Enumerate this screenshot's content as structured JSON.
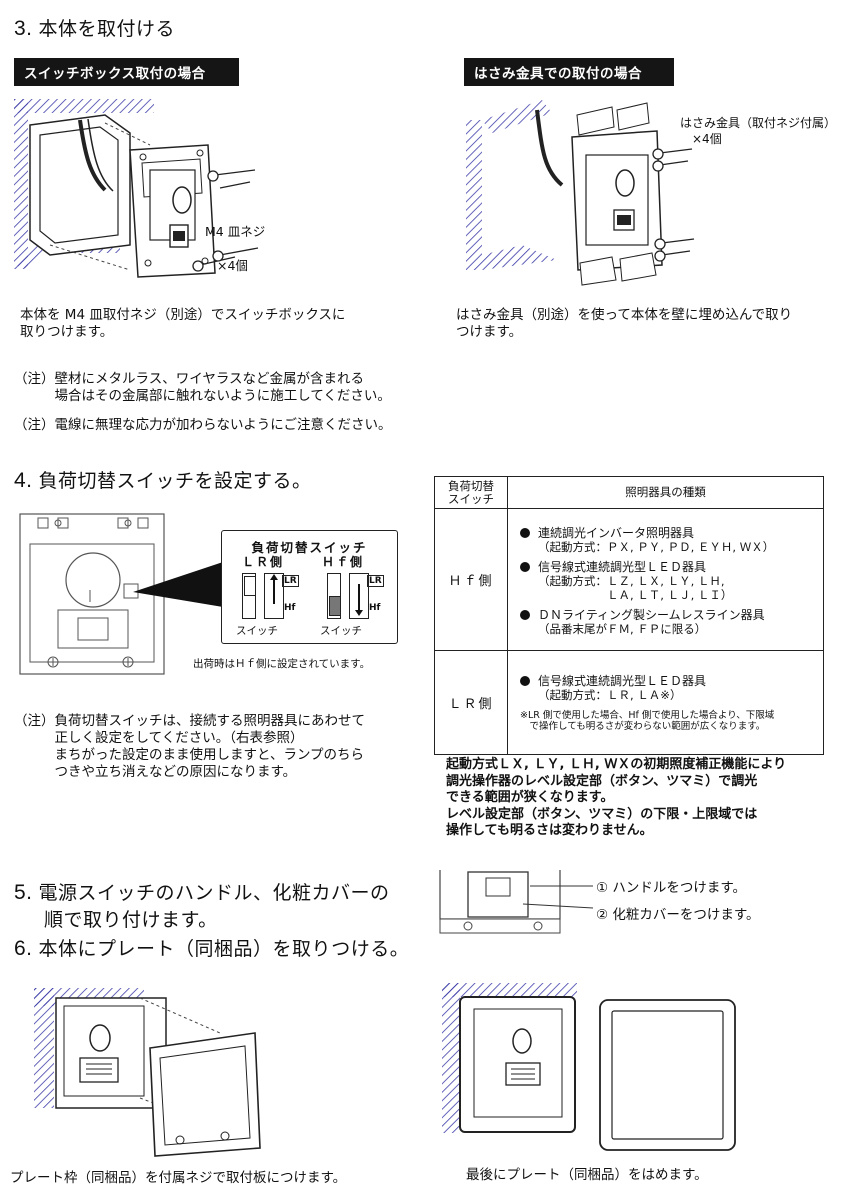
{
  "step3": {
    "number": "3.",
    "title": "本体を取付ける",
    "left_tag": "スイッチボックス取付の場合",
    "right_tag": "はさみ金具での取付の場合",
    "screw_label_1": "M4 皿ネジ",
    "screw_label_2": "×4個",
    "clip_label_1": "はさみ金具（取付ネジ付属）",
    "clip_label_2": "×4個",
    "left_desc": "本体を M4 皿取付ネジ（別途）でスイッチボックスに\n取りつけます。",
    "right_desc": "はさみ金具（別途）を使って本体を壁に埋め込んで取り\nつけます。",
    "note1": "（注）壁材にメタルラス、ワイヤラスなど金属が含まれる\n　　　場合はその金属部に触れないように施工してください。",
    "note2": "（注）電線に無理な応力が加わらないようにご注意ください。"
  },
  "step4": {
    "number": "4.",
    "title": "負荷切替スイッチを設定する。",
    "callout_title": "負荷切替スイッチ",
    "lr_side": "ＬＲ側",
    "hf_side": "Ｈｆ側",
    "switch_label": "スイッチ",
    "lr_mark": "LR",
    "hf_mark": "Hf",
    "factory_note": "出荷時はＨｆ側に設定されています。",
    "note": "（注）負荷切替スイッチは、接続する照明器具にあわせて\n　　　正しく設定をしてください。（右表参照）\n　　　まちがった設定のまま使用しますと、ランプのちら\n　　　つきや立ち消えなどの原因になります。"
  },
  "table": {
    "head_col1": "負荷切替\nスイッチ",
    "head_col2": "照明器具の種類",
    "hf_label": "Ｈｆ側",
    "lr_label": "ＬＲ側",
    "hf_items": [
      {
        "main": "連続調光インバータ照明器具",
        "sub": "（起動方式：ＰＸ, ＰＹ, ＰＤ, ＥＹＨ, ＷＸ）"
      },
      {
        "main": "信号線式連続調光型ＬＥＤ器具",
        "sub": "（起動方式：ＬＺ, ＬＸ, ＬＹ, ＬＨ,\n　　　　　　ＬＡ, ＬＴ, ＬＪ, ＬＩ）"
      },
      {
        "main": "ＤＮライティング製シームレスライン器具",
        "sub": "（品番末尾がＦＭ, ＦＰに限る）"
      }
    ],
    "lr_items": [
      {
        "main": "信号線式連続調光型ＬＥＤ器具",
        "sub": "（起動方式：ＬＲ, ＬＡ※）"
      }
    ],
    "lr_footnote": "※LR 側で使用した場合、Hf 側で使用した場合より、下限域\n　で操作しても明るさが変わらない範囲が広くなります。",
    "below_note": "起動方式ＬＸ, ＬＹ, ＬＨ, ＷＸの初期照度補正機能により\n調光操作器のレベル設定部（ボタン、ツマミ）で調光\nできる範囲が狭くなります。\nレベル設定部（ボタン、ツマミ）の下限・上限域では\n操作しても明るさは変わりません。"
  },
  "step5": {
    "number": "5.",
    "title_line1": "電源スイッチのハンドル、化粧カバーの",
    "title_line2": "順で取り付けます。",
    "callout1": "① ハンドルをつけます。",
    "callout2": "② 化粧カバーをつけます。"
  },
  "step6": {
    "number": "6.",
    "title": "本体にプレート（同梱品）を取りつける。",
    "left_caption": "プレート枠（同梱品）を付属ネジで取付板につけます。",
    "right_caption": "最後にプレート（同梱品）をはめます。"
  }
}
